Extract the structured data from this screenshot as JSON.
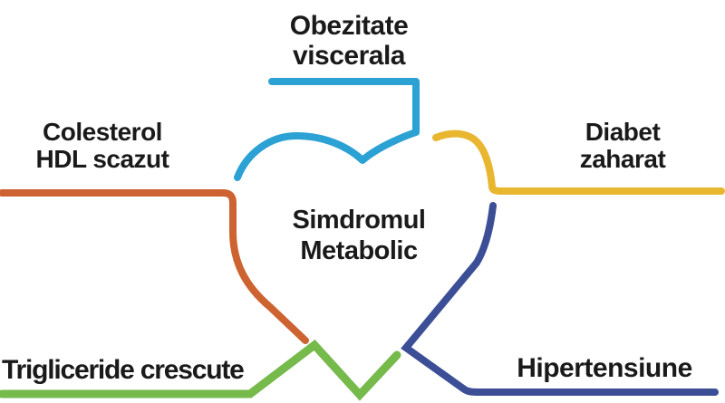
{
  "center_label": {
    "line1": "Simdromul",
    "line2": "Metabolic"
  },
  "factors": {
    "top": {
      "line1": "Obezitate",
      "line2": "viscerala",
      "color": "#2BA1D4"
    },
    "left": {
      "line1": "Colesterol",
      "line2": "HDL scazut",
      "color": "#CC6331"
    },
    "right": {
      "line1": "Diabet",
      "line2": "zaharat",
      "color": "#E9B630"
    },
    "bottom_left": {
      "label": "Trigliceride crescute",
      "color": "#76BA4B"
    },
    "bottom_right": {
      "label": "Hipertensiune",
      "color": "#3C4F96"
    }
  },
  "colors": {
    "text": "#1A1A1A",
    "background": "#FFFFFF"
  }
}
